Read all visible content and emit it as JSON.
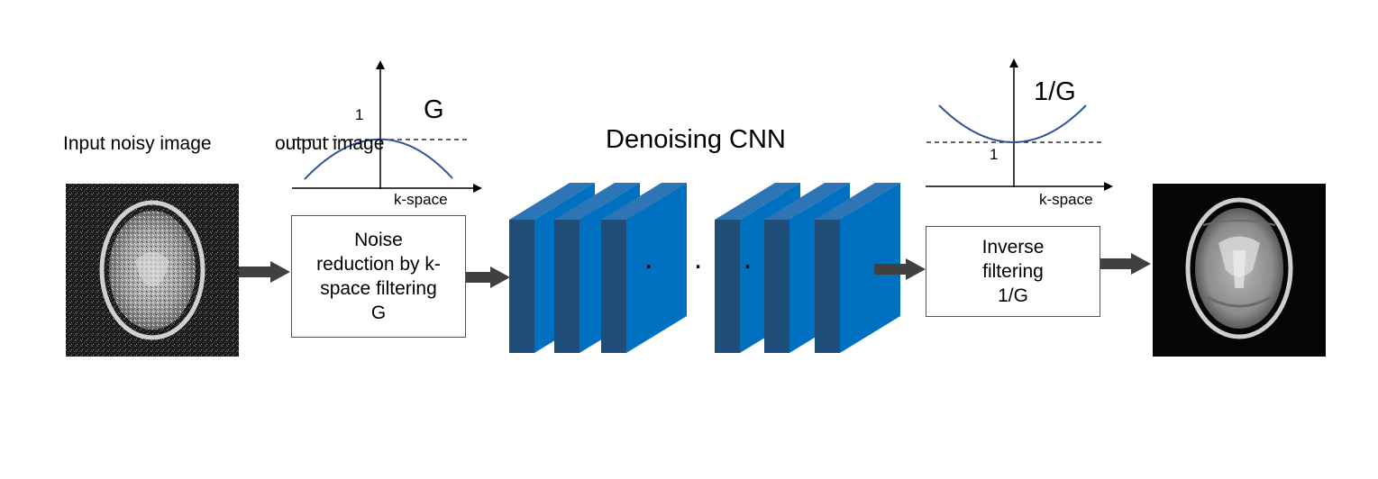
{
  "input_label": "Input noisy image",
  "output_label": "output image",
  "cnn_title": "Denoising CNN",
  "cnn_dots": ". . .",
  "filter_plot": {
    "symbol": "G",
    "one_label": "1",
    "axis_label": "k-space"
  },
  "inverse_plot": {
    "symbol": "1/G",
    "one_label": "1",
    "axis_label": "k-space"
  },
  "noise_box": {
    "text": "Noise\nreduction by k-\nspace filtering\nG"
  },
  "inverse_box": {
    "text": "Inverse\nfiltering\n1/G"
  },
  "colors": {
    "layer_front": "#0070C0",
    "layer_side": "#1F4E79",
    "layer_top": "#2E75B6",
    "curve": "#2F5597",
    "arrow": "#404040"
  }
}
